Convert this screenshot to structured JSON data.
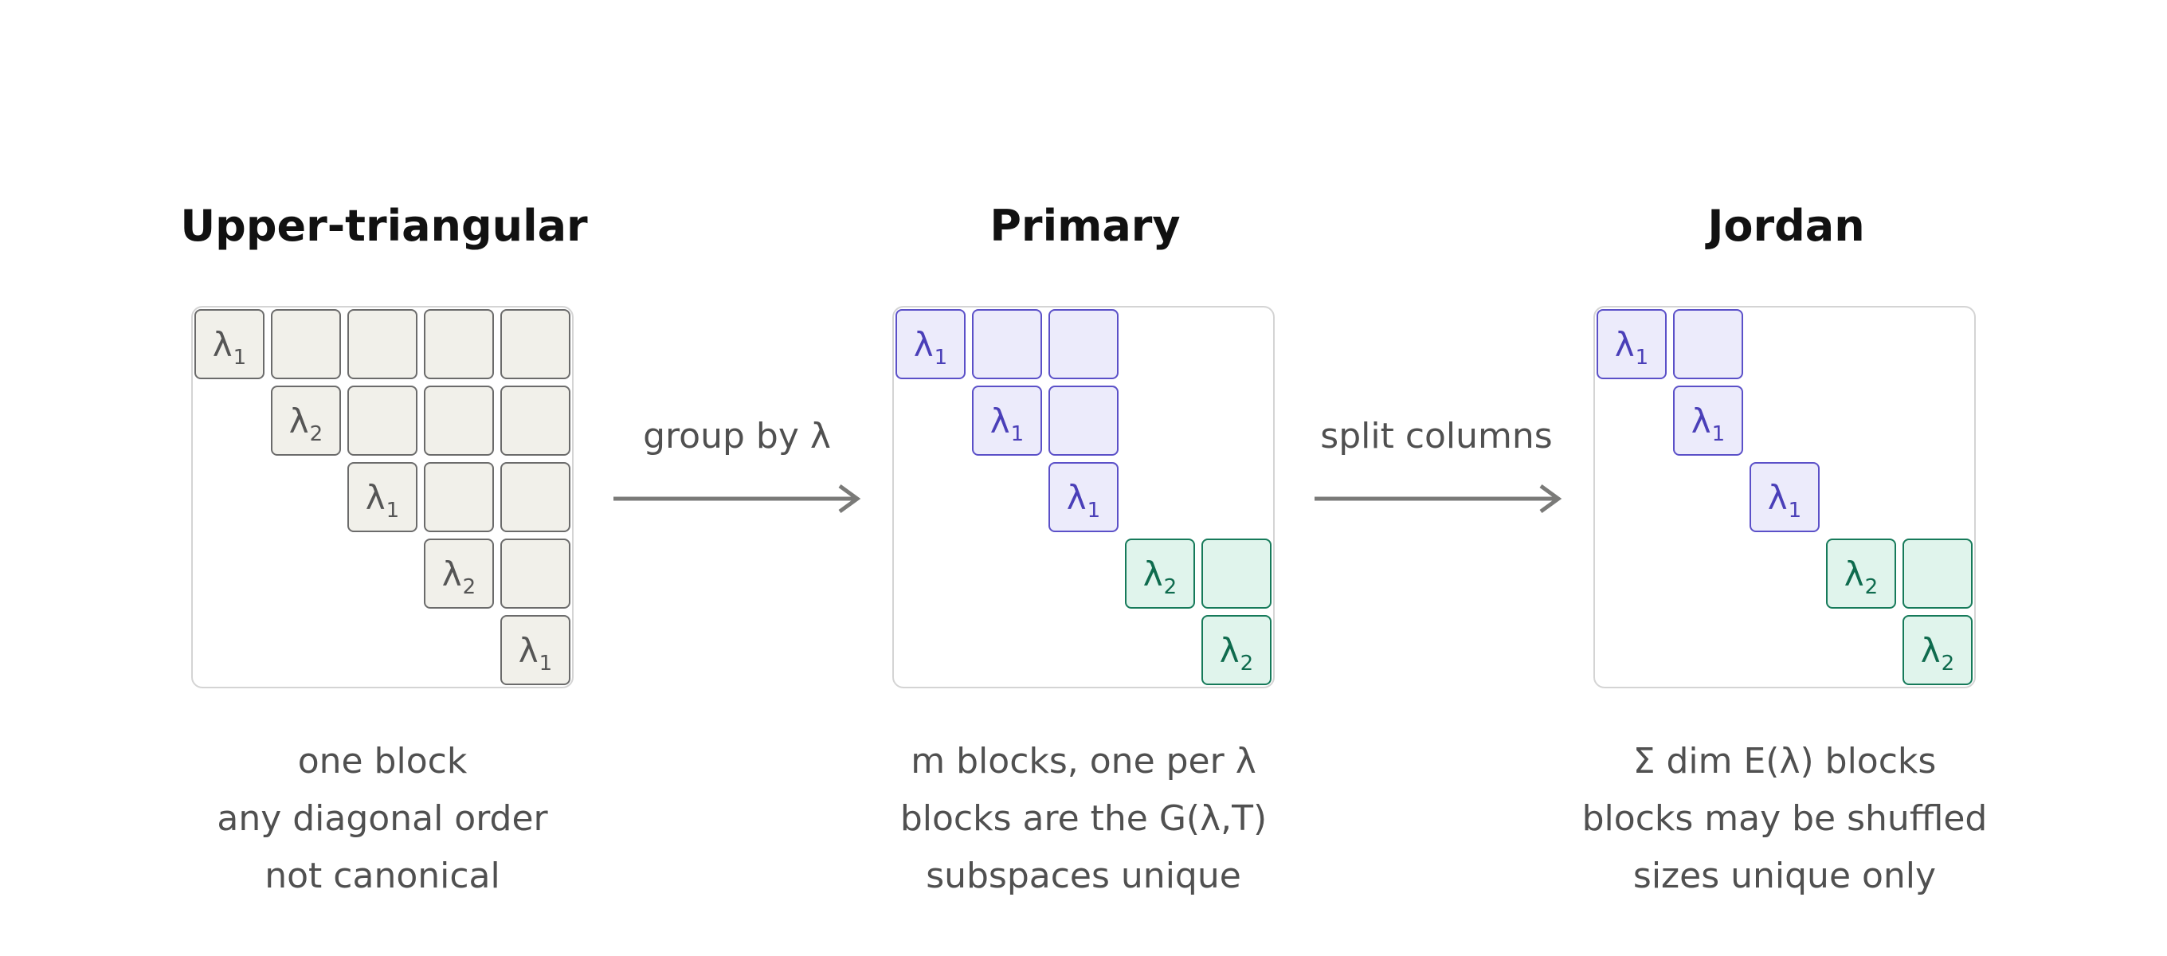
{
  "panels": [
    {
      "title": "Upper-triangular",
      "style": "gray",
      "cells": [
        {
          "r": 0,
          "c": 0,
          "label": "λ",
          "sub": "1"
        },
        {
          "r": 0,
          "c": 1
        },
        {
          "r": 0,
          "c": 2
        },
        {
          "r": 0,
          "c": 3
        },
        {
          "r": 0,
          "c": 4
        },
        {
          "r": 1,
          "c": 1,
          "label": "λ",
          "sub": "2"
        },
        {
          "r": 1,
          "c": 2
        },
        {
          "r": 1,
          "c": 3
        },
        {
          "r": 1,
          "c": 4
        },
        {
          "r": 2,
          "c": 2,
          "label": "λ",
          "sub": "1"
        },
        {
          "r": 2,
          "c": 3
        },
        {
          "r": 2,
          "c": 4
        },
        {
          "r": 3,
          "c": 3,
          "label": "λ",
          "sub": "2"
        },
        {
          "r": 3,
          "c": 4
        },
        {
          "r": 4,
          "c": 4,
          "label": "λ",
          "sub": "1"
        }
      ],
      "caption": [
        "one block",
        "any diagonal order",
        "not canonical"
      ]
    },
    {
      "title": "Primary",
      "cells": [
        {
          "r": 0,
          "c": 0,
          "label": "λ",
          "sub": "1",
          "style": "purple"
        },
        {
          "r": 0,
          "c": 1,
          "style": "purple"
        },
        {
          "r": 0,
          "c": 2,
          "style": "purple"
        },
        {
          "r": 1,
          "c": 1,
          "label": "λ",
          "sub": "1",
          "style": "purple"
        },
        {
          "r": 1,
          "c": 2,
          "style": "purple"
        },
        {
          "r": 2,
          "c": 2,
          "label": "λ",
          "sub": "1",
          "style": "purple"
        },
        {
          "r": 3,
          "c": 3,
          "label": "λ",
          "sub": "2",
          "style": "green"
        },
        {
          "r": 3,
          "c": 4,
          "style": "green"
        },
        {
          "r": 4,
          "c": 4,
          "label": "λ",
          "sub": "2",
          "style": "green"
        }
      ],
      "caption": [
        "m blocks, one per λ",
        "blocks are the G(λ,T)",
        "subspaces unique"
      ]
    },
    {
      "title": "Jordan",
      "cells": [
        {
          "r": 0,
          "c": 0,
          "label": "λ",
          "sub": "1",
          "style": "purple"
        },
        {
          "r": 0,
          "c": 1,
          "style": "purple"
        },
        {
          "r": 1,
          "c": 1,
          "label": "λ",
          "sub": "1",
          "style": "purple"
        },
        {
          "r": 2,
          "c": 2,
          "label": "λ",
          "sub": "1",
          "style": "purple"
        },
        {
          "r": 3,
          "c": 3,
          "label": "λ",
          "sub": "2",
          "style": "green"
        },
        {
          "r": 3,
          "c": 4,
          "style": "green"
        },
        {
          "r": 4,
          "c": 4,
          "label": "λ",
          "sub": "2",
          "style": "green"
        }
      ],
      "caption": [
        "Σ dim E(λ) blocks",
        "blocks may be shuffled",
        "sizes unique only"
      ]
    }
  ],
  "arrows": [
    {
      "label": "group by λ"
    },
    {
      "label": "split columns"
    }
  ],
  "colors": {
    "gray_fill": "#f1f0ea",
    "gray_border": "#6b6b6b",
    "purple_fill": "#ecebfb",
    "purple_border": "#5b50c8",
    "green_fill": "#e0f4ec",
    "green_border": "#167a5a",
    "arrow": "#7a7a78"
  }
}
